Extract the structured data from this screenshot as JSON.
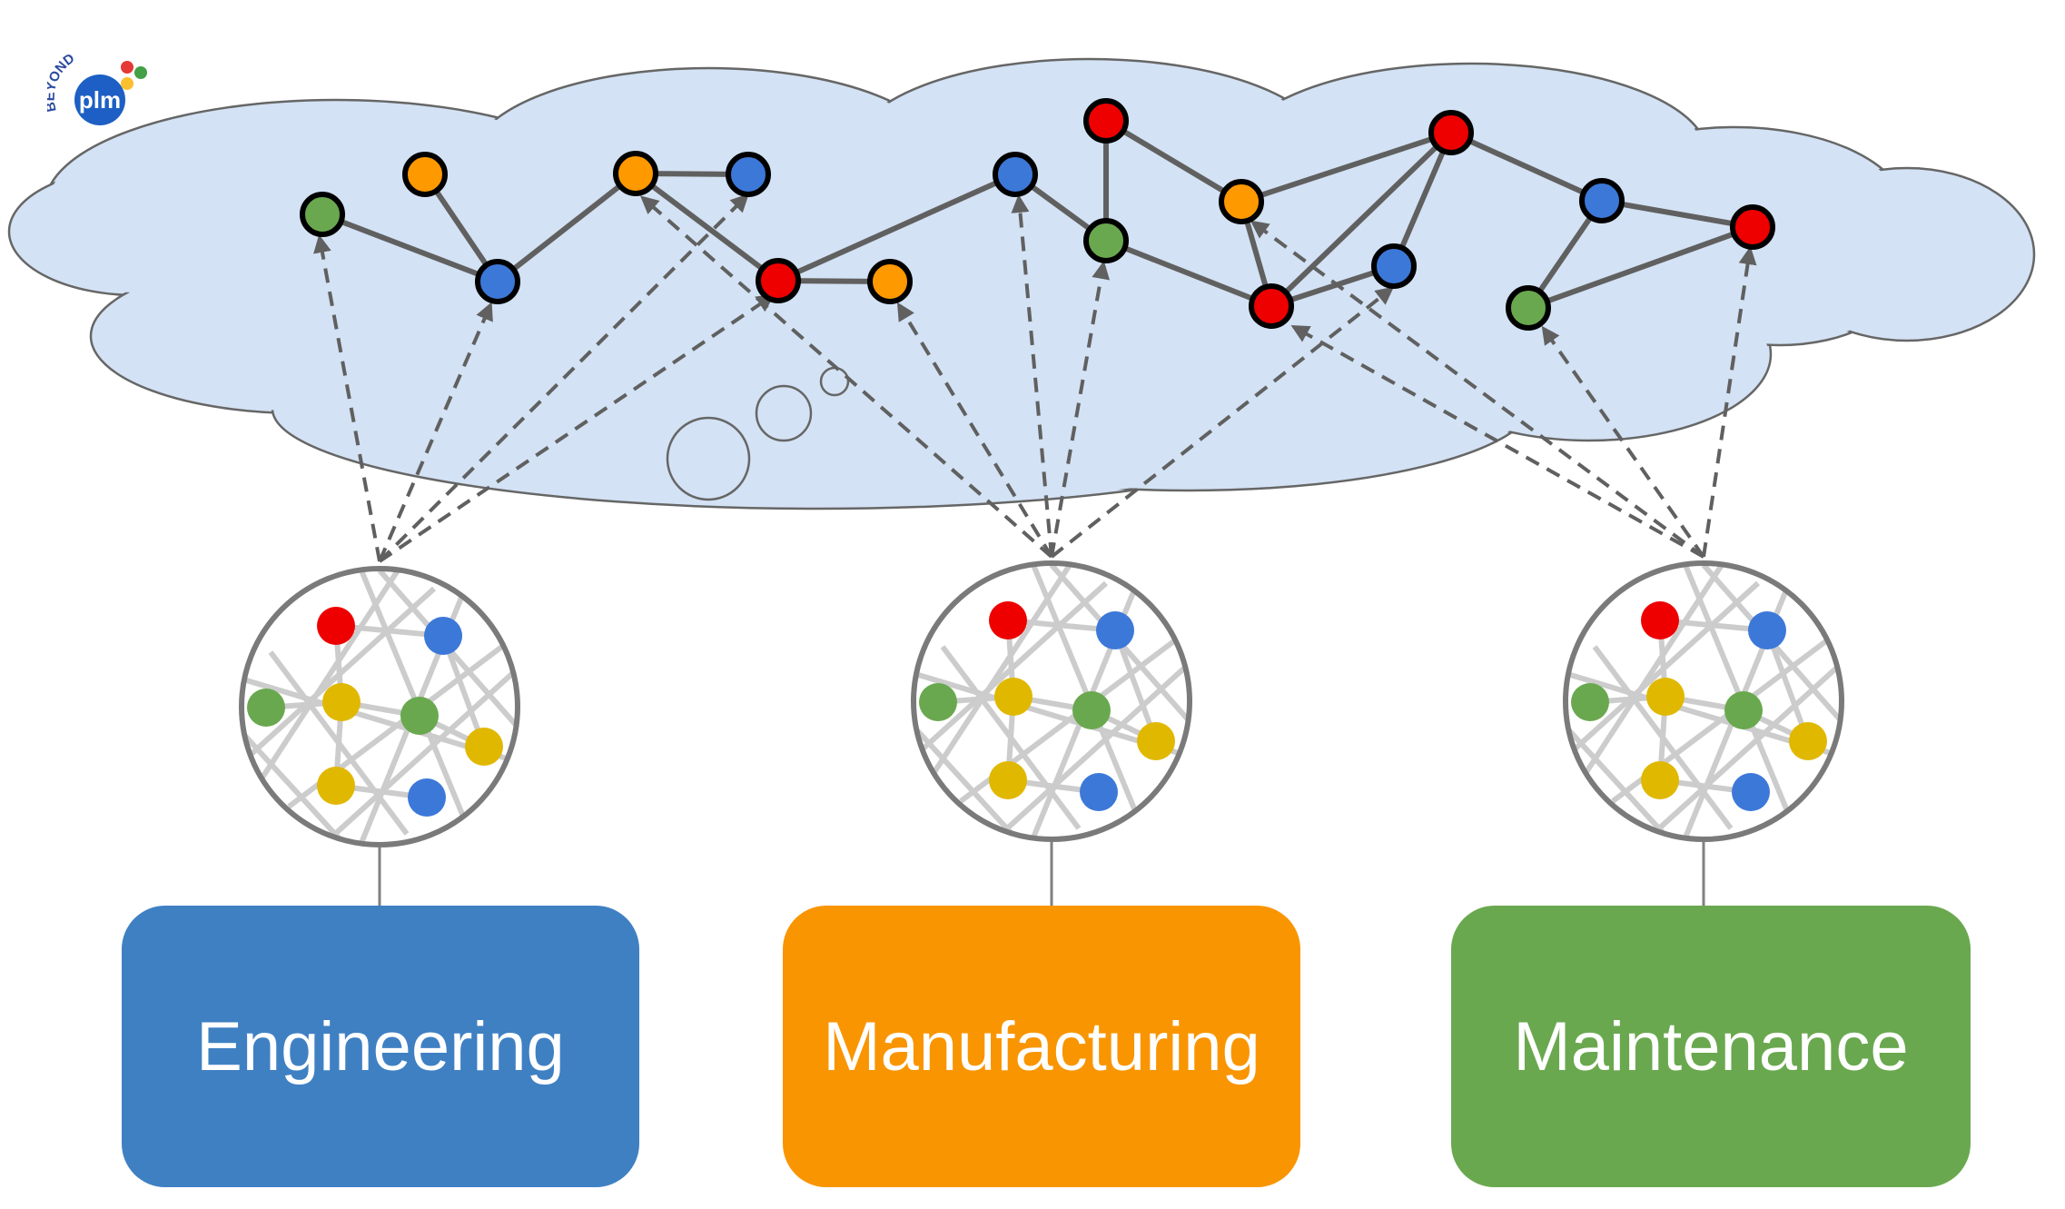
{
  "logo": {
    "top_text": "BEYOND",
    "main_text": "plm"
  },
  "cloud": {
    "fill": "#d3e2f4",
    "stroke": "#666666"
  },
  "node_colors": {
    "green": "#6aa84f",
    "orange": "#ff9900",
    "blue": "#3c78d8",
    "red": "#ee0000",
    "yellow": "#e0b800"
  },
  "departments": [
    {
      "key": "engineering",
      "label": "Engineering",
      "color": "#3f80c3"
    },
    {
      "key": "manufacturing",
      "label": "Manufacturing",
      "color": "#f99500"
    },
    {
      "key": "maintenance",
      "label": "Maintenance",
      "color": "#6aa84f"
    }
  ]
}
